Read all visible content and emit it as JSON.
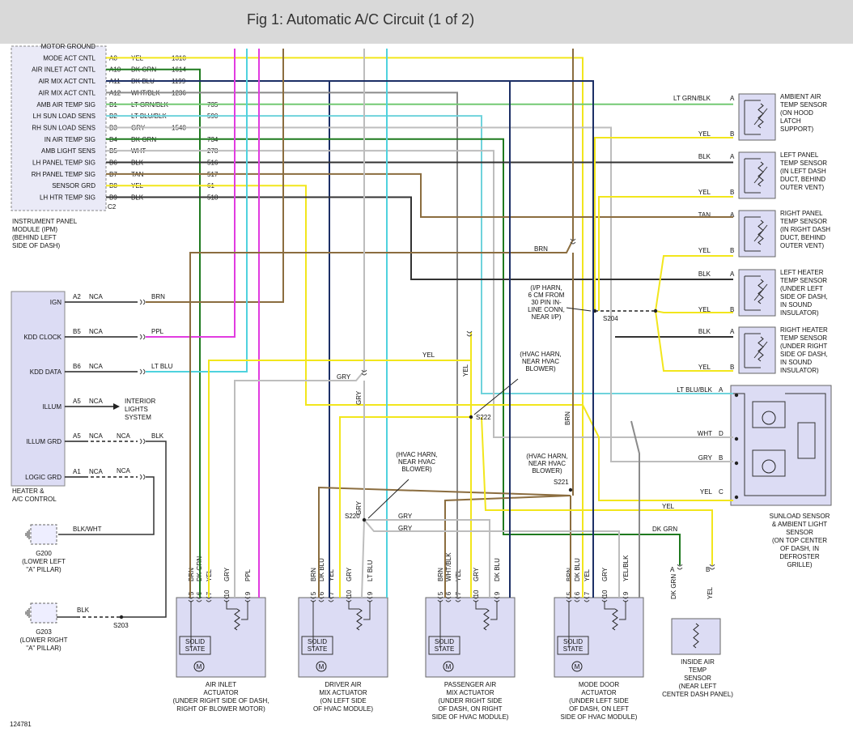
{
  "title": "Fig 1: Automatic A/C Circuit (1 of 2)",
  "figure_number": "124781",
  "colors": {
    "yel": "#f2e61c",
    "dkgrn": "#1f7a1f",
    "dkblu": "#1c2f66",
    "wht_blk": "#8a8a8a",
    "ltgrn_blk": "#73c973",
    "ltblu_blk": "#6fd3dc",
    "gry": "#bdbdbd",
    "tan": "#8b6d3f",
    "blk": "#333333",
    "brn": "#8b6d3f",
    "ppl": "#e13ce0",
    "ltblu": "#4fd2de",
    "component": "#dcdcf4"
  },
  "ipm": {
    "name_lines": [
      "INSTRUMENT PANEL",
      "MODULE (IPM)",
      "(BEHIND LEFT",
      "SIDE OF DASH)"
    ],
    "connector": "C2",
    "pins": [
      {
        "label": "MOTOR GROUND",
        "pin": "",
        "wire": "",
        "circuit": ""
      },
      {
        "label": "MODE ACT CNTL",
        "pin": "A8",
        "wire": "YEL",
        "circuit": "1318"
      },
      {
        "label": "AIR INLET ACT CNTL",
        "pin": "A10",
        "wire": "DK GRN",
        "circuit": "1614"
      },
      {
        "label": "AIR MIX ACT CNTL",
        "pin": "A11",
        "wire": "DK BLU",
        "circuit": "1199"
      },
      {
        "label": "AIR MIX ACT CNTL",
        "pin": "A12",
        "wire": "WHT/BLK",
        "circuit": "1236"
      },
      {
        "label": "AMB AIR TEMP SIG",
        "pin": "B1",
        "wire": "LT GRN/BLK",
        "circuit": "735"
      },
      {
        "label": "LH SUN LOAD SENS",
        "pin": "B2",
        "wire": "LT BLU/BLK",
        "circuit": "590"
      },
      {
        "label": "RH SUN LOAD SENS",
        "pin": "B3",
        "wire": "GRY",
        "circuit": "1548"
      },
      {
        "label": "IN AIR TEMP SIG",
        "pin": "B4",
        "wire": "DK GRN",
        "circuit": "734"
      },
      {
        "label": "AMB LIGHT SENS",
        "pin": "B5",
        "wire": "WHT",
        "circuit": "278"
      },
      {
        "label": "LH PANEL TEMP SIG",
        "pin": "B6",
        "wire": "BLK",
        "circuit": "516"
      },
      {
        "label": "RH PANEL TEMP SIG",
        "pin": "B7",
        "wire": "TAN",
        "circuit": "517"
      },
      {
        "label": "SENSOR GRD",
        "pin": "B8",
        "wire": "YEL",
        "circuit": "61"
      },
      {
        "label": "LH HTR TEMP SIG",
        "pin": "B9",
        "wire": "BLK",
        "circuit": "518"
      }
    ]
  },
  "hvac": {
    "name_lines": [
      "HEATER &",
      "A/C CONTROL"
    ],
    "pins": [
      {
        "label": "IGN",
        "pin": "A2",
        "nca": "NCA",
        "wire": "BRN"
      },
      {
        "label": "KDD CLOCK",
        "pin": "B5",
        "nca": "NCA",
        "wire": "PPL"
      },
      {
        "label": "KDD DATA",
        "pin": "B6",
        "nca": "NCA",
        "wire": "LT BLU"
      },
      {
        "label": "ILLUM",
        "pin": "A5",
        "nca": "NCA",
        "wire": ""
      },
      {
        "label": "ILLUM GRD",
        "pin": "A5",
        "nca": "NCA",
        "wire": "BLK"
      },
      {
        "label": "LOGIC GRD",
        "pin": "A1",
        "nca": "NCA",
        "wire": ""
      }
    ],
    "illum_target": [
      "INTERIOR",
      "LIGHTS",
      "SYSTEM"
    ],
    "illum_grd_nca2": "NCA",
    "logic_grd_nca2": "NCA"
  },
  "grounds": [
    {
      "id": "G200",
      "wire": "BLK/WHT",
      "desc": [
        "G200",
        "(LOWER LEFT",
        "\"A\" PILLAR)"
      ]
    },
    {
      "id": "G203",
      "wire": "BLK",
      "splice": "S203",
      "desc": [
        "G203",
        "(LOWER RIGHT",
        "\"A\" PILLAR)"
      ]
    }
  ],
  "sensors": [
    {
      "wires": [
        {
          "wire": "LT GRN/BLK",
          "pin": "A"
        },
        {
          "wire": "YEL",
          "pin": "B"
        }
      ],
      "desc": [
        "AMBIENT AIR",
        "TEMP SENSOR",
        "(ON HOOD",
        "LATCH",
        "SUPPORT)"
      ]
    },
    {
      "wires": [
        {
          "wire": "BLK",
          "pin": "A"
        },
        {
          "wire": "YEL",
          "pin": "B"
        }
      ],
      "desc": [
        "LEFT PANEL",
        "TEMP SENSOR",
        "(IN LEFT DASH",
        "DUCT, BEHIND",
        "OUTER VENT)"
      ]
    },
    {
      "wires": [
        {
          "wire": "TAN",
          "pin": "A"
        },
        {
          "wire": "YEL",
          "pin": "B"
        }
      ],
      "desc": [
        "RIGHT PANEL",
        "TEMP SENSOR",
        "(IN RIGHT DASH",
        "DUCT, BEHIND",
        "OUTER VENT)"
      ]
    },
    {
      "wires": [
        {
          "wire": "BLK",
          "pin": "A"
        },
        {
          "wire": "YEL",
          "pin": "B"
        }
      ],
      "desc": [
        "LEFT HEATER",
        "TEMP SENSOR",
        "(UNDER LEFT",
        "SIDE OF DASH,",
        "IN SOUND",
        "INSULATOR)"
      ]
    },
    {
      "wires": [
        {
          "wire": "BLK",
          "pin": "A"
        },
        {
          "wire": "YEL",
          "pin": "B"
        }
      ],
      "desc": [
        "RIGHT HEATER",
        "TEMP SENSOR",
        "(UNDER RIGHT",
        "SIDE OF DASH,",
        "IN SOUND",
        "INSULATOR)"
      ]
    }
  ],
  "sunload": {
    "wires": [
      {
        "wire": "LT BLU/BLK",
        "pin": "A"
      },
      {
        "wire": "WHT",
        "pin": "D"
      },
      {
        "wire": "GRY",
        "pin": "B"
      },
      {
        "wire": "YEL",
        "pin": "C"
      }
    ],
    "desc": [
      "SUNLOAD SENSOR",
      "& AMBIENT LIGHT",
      "SENSOR",
      "(ON TOP CENTER",
      "OF DASH, IN",
      "DEFROSTER",
      "GRILLE)"
    ]
  },
  "inside_sensor": {
    "pin_a": "A",
    "pin_b": "B",
    "wire_a": "DK GRN",
    "wire_b": "YEL",
    "desc": [
      "INSIDE AIR",
      "TEMP",
      "SENSOR",
      "(NEAR LEFT",
      "CENTER DASH PANEL)"
    ]
  },
  "splices": {
    "s204": {
      "id": "S204",
      "note": [
        "(I/P HARN,",
        "6 CM FROM",
        "30 PIN IN-",
        "LINE CONN,",
        "NEAR I/P)"
      ]
    },
    "s222": {
      "id": "S222",
      "note": [
        "(HVAC HARN,",
        "NEAR HVAC",
        "BLOWER)"
      ]
    },
    "s220": {
      "id": "S220",
      "note": [
        "(HVAC HARN,",
        "NEAR HVAC",
        "BLOWER)"
      ]
    },
    "s221": {
      "id": "S221",
      "note": [
        "(HVAC HARN,",
        "NEAR HVAC",
        "BLOWER)"
      ]
    }
  },
  "harness_labels": {
    "brn_top": "BRN",
    "yel_mid": "YEL",
    "gry_mid": "GRY",
    "gry_vert": "GRY",
    "yel_vert": "YEL",
    "brn_vert": "BRN",
    "gry_s220_a": "GRY",
    "gry_s220_b": "GRY",
    "gry_s220_v": "GRY",
    "dkgrn_right": "DK GRN",
    "yel_right": "YEL"
  },
  "actuators": [
    {
      "pins": [
        {
          "n": "5",
          "wire": "BRN"
        },
        {
          "n": "6",
          "wire": "DK GRN"
        },
        {
          "n": "7",
          "wire": "YEL"
        },
        {
          "n": "10",
          "wire": "GRY"
        },
        {
          "n": "9",
          "wire": "PPL"
        }
      ],
      "state": [
        "SOLID",
        "STATE"
      ],
      "motor": "M",
      "desc": [
        "AIR INLET",
        "ACTUATOR",
        "(UNDER RIGHT SIDE OF DASH,",
        "RIGHT OF BLOWER MOTOR)"
      ]
    },
    {
      "pins": [
        {
          "n": "5",
          "wire": "BRN"
        },
        {
          "n": "6",
          "wire": "DK BLU"
        },
        {
          "n": "7",
          "wire": "YEL"
        },
        {
          "n": "10",
          "wire": "GRY"
        },
        {
          "n": "9",
          "wire": "LT BLU"
        }
      ],
      "state": [
        "SOLID",
        "STATE"
      ],
      "motor": "M",
      "desc": [
        "DRIVER AIR",
        "MIX ACTUATOR",
        "(ON LEFT SIDE",
        "OF HVAC MODULE)"
      ]
    },
    {
      "pins": [
        {
          "n": "5",
          "wire": "BRN"
        },
        {
          "n": "6",
          "wire": "WHT/BLK"
        },
        {
          "n": "7",
          "wire": "YEL"
        },
        {
          "n": "10",
          "wire": "GRY"
        },
        {
          "n": "9",
          "wire": "DK BLU"
        }
      ],
      "state": [
        "SOLID",
        "STATE"
      ],
      "motor": "M",
      "desc": [
        "PASSENGER AIR",
        "MIX ACTUATOR",
        "(UNDER RIGHT SIDE",
        "OF DASH, ON RIGHT",
        "SIDE OF HVAC MODULE)"
      ]
    },
    {
      "pins": [
        {
          "n": "5",
          "wire": "BRN"
        },
        {
          "n": "6",
          "wire": "DK BLU"
        },
        {
          "n": "7",
          "wire": "YEL"
        },
        {
          "n": "10",
          "wire": "GRY"
        },
        {
          "n": "9",
          "wire": "YEL/BLK"
        }
      ],
      "state": [
        "SOLID",
        "STATE"
      ],
      "motor": "M",
      "desc": [
        "MODE DOOR",
        "ACTUATOR",
        "(UNDER LEFT SIDE",
        "OF DASH, ON LEFT",
        "SIDE OF HVAC MODULE)"
      ]
    }
  ]
}
